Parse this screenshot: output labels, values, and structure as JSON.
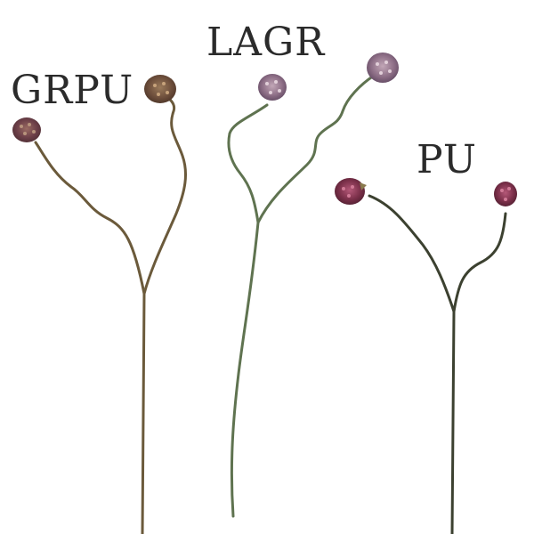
{
  "labels": {
    "group_left": "GRPU",
    "group_middle": "LAGR",
    "group_right": "PU"
  },
  "colors": {
    "background": "#ffffff",
    "label_text": "#2b2b2b",
    "stem_left": "#6b5a3b",
    "stem_middle": "#5f7350",
    "stem_right": "#3c4130",
    "flower_left_a": "#7a4a55",
    "flower_left_b": "#7b5b47",
    "flower_middle": "#8c6f86",
    "flower_right": "#7a2f49"
  }
}
